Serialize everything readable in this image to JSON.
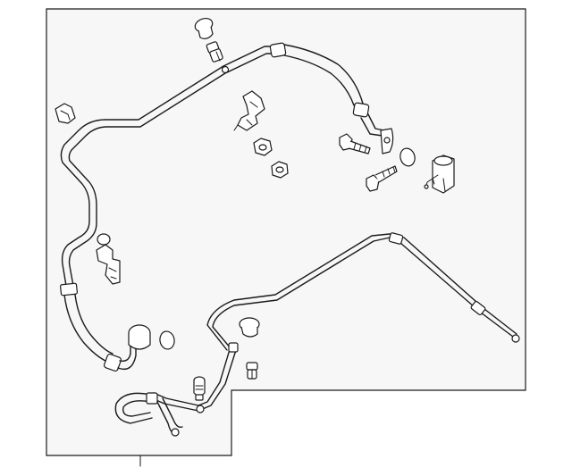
{
  "diagram": {
    "colors": {
      "background": "#ffffff",
      "panel_fill": "#f7f7f7",
      "line": "#1a1a1a",
      "hose_fill": "#ffffff"
    },
    "parts": [
      {
        "id": "cap-top",
        "icon": "cap-icon"
      },
      {
        "id": "charge-valve-top",
        "icon": "valve-icon"
      },
      {
        "id": "clip-left",
        "icon": "clip-icon"
      },
      {
        "id": "bracket-upper",
        "icon": "bracket-icon"
      },
      {
        "id": "nut-1",
        "icon": "nut-icon"
      },
      {
        "id": "nut-2",
        "icon": "nut-icon"
      },
      {
        "id": "bolt-1",
        "icon": "bolt-icon"
      },
      {
        "id": "bolt-2",
        "icon": "bolt-icon"
      },
      {
        "id": "o-ring-right",
        "icon": "o-ring-icon"
      },
      {
        "id": "expansion-valve",
        "icon": "expansion-valve-icon"
      },
      {
        "id": "bracket-lower",
        "icon": "bracket-icon"
      },
      {
        "id": "cap-lower",
        "icon": "cap-icon"
      },
      {
        "id": "o-ring-lower",
        "icon": "o-ring-icon"
      },
      {
        "id": "cap-center",
        "icon": "cap-icon"
      },
      {
        "id": "charge-valve-lower",
        "icon": "valve-icon"
      },
      {
        "id": "sensor-right",
        "icon": "valve-icon"
      }
    ],
    "hoses": [
      {
        "id": "suction-hose",
        "icon": "hose-icon"
      },
      {
        "id": "discharge-hose",
        "icon": "hose-icon"
      },
      {
        "id": "liquid-line",
        "icon": "tube-icon"
      }
    ]
  }
}
